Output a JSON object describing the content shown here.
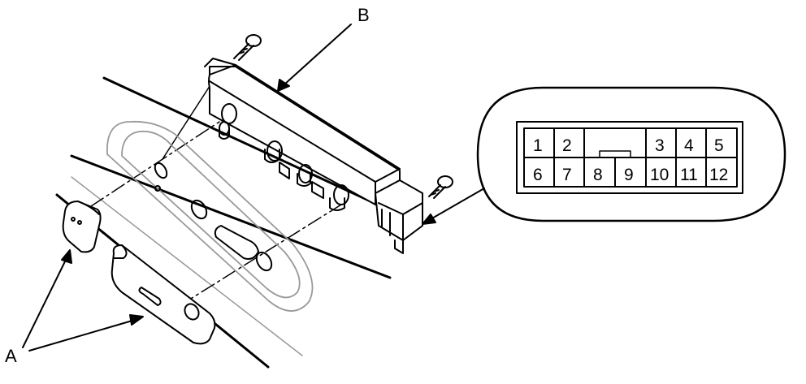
{
  "callouts": {
    "a": "A",
    "b": "B"
  },
  "connector": {
    "pins_top": [
      "1",
      "2",
      "3",
      "4",
      "5"
    ],
    "pins_bottom": [
      "6",
      "7",
      "8",
      "9",
      "10",
      "11",
      "12"
    ]
  },
  "colors": {
    "line": "#000000",
    "background": "#ffffff",
    "light_line": "#999999"
  }
}
